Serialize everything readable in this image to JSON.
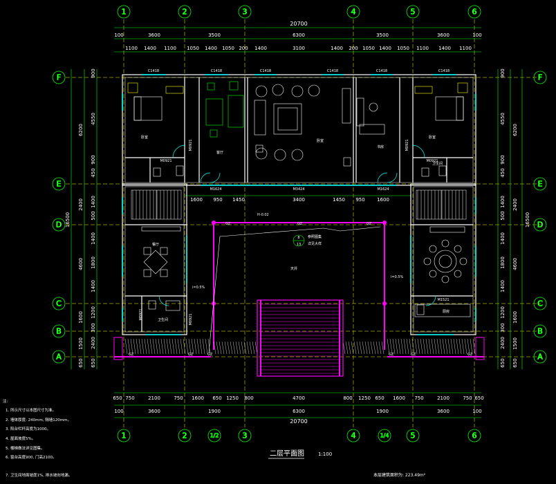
{
  "drawing": {
    "title": "二层平面图",
    "scale": "1:100",
    "area_note": "本层建筑面积为: 223.49m²",
    "notes_heading": "注:",
    "notes": [
      "1. 所示尺寸以本图尺寸为准。",
      "2. 墙体厚度: 240mm, 隔墙120mm。",
      "3. 阳台栏杆高度为1000。",
      "4. 屋面坡度5%。",
      "5. 楼梯做法详见图集。",
      "6. 窗台高度900, 门高2100。",
      "7. 卫生间地面坡度1%, 排水坡向地漏。"
    ]
  },
  "axes": {
    "columns": [
      "1",
      "2",
      "3",
      "4",
      "5",
      "6"
    ],
    "extra_columns": [
      "1/2",
      "1/4"
    ],
    "rows": [
      "F",
      "E",
      "D",
      "C",
      "B",
      "A"
    ]
  },
  "dims": {
    "top_total": "20700",
    "top_mid": [
      "100",
      "3600",
      "3500",
      "6300",
      "3500",
      "3600",
      "100"
    ],
    "top_detail": [
      "1100",
      "1400",
      "1100",
      "1050",
      "1400",
      "1050",
      "200",
      "1400",
      "3100",
      "1400",
      "200",
      "1050",
      "1400",
      "1050",
      "1100",
      "1400",
      "1100"
    ],
    "bottom_detail": [
      "650",
      "750",
      "2100",
      "750",
      "1600",
      "650",
      "1250",
      "800",
      "4700",
      "800",
      "1250",
      "650",
      "1600",
      "750",
      "2100",
      "750",
      "650"
    ],
    "bottom_mid": [
      "100",
      "3600",
      "1900",
      "6300",
      "1900",
      "3600",
      "100"
    ],
    "bottom_total": "20700",
    "left_total": "16500",
    "left_mid": [
      "6200",
      "2400",
      "4600",
      "1600",
      "1500",
      "650"
    ],
    "left_detail": [
      "900",
      "4550",
      "900",
      "450",
      "1400",
      "500",
      "1400",
      "1800",
      "1400",
      "1200",
      "300",
      "2400",
      "650"
    ],
    "right_total": "16500",
    "right_mid": [
      "6200",
      "2400",
      "4600",
      "1600",
      "1500",
      "650"
    ],
    "right_detail": [
      "900",
      "4550",
      "900",
      "450",
      "1400",
      "500",
      "1400",
      "1800",
      "1400",
      "1200",
      "300",
      "2400",
      "650"
    ],
    "inner_row": [
      "1600",
      "950",
      "1450",
      "3400",
      "1450",
      "950",
      "1600"
    ]
  },
  "labels": {
    "windows_top": [
      "C1418",
      "C1418",
      "C1418",
      "C1418",
      "C1418",
      "C1418"
    ],
    "doors": [
      "M0921",
      "M0921",
      "M1624",
      "M3424",
      "M1624",
      "M0921",
      "M0921",
      "M1521",
      "M0921",
      "M0921"
    ],
    "rooms": [
      "卧室",
      "客厅",
      "卧室",
      "书房",
      "卧室",
      "餐厅",
      "卫生间",
      "厨房",
      "天井",
      "卫生间"
    ],
    "level_mark": "H-0.02",
    "slope_marks": [
      "i=0.5%",
      "i=0.5%"
    ],
    "beam_marks": [
      "GZ",
      "GZ",
      "GZ",
      "GZ",
      "GZ",
      "GZ",
      "GZ",
      "GZ",
      "GZ"
    ],
    "section_ref": [
      "8",
      "13"
    ],
    "ref_text": [
      "参照图集",
      "详见大样"
    ]
  },
  "colors": {
    "wall": "#ffffff",
    "grid": "#ffff00",
    "window": "#00ffff",
    "balcony": "#ff00ff",
    "furniture": "#00ff00",
    "stair": "#ffffff",
    "dim": "#00ff00"
  }
}
